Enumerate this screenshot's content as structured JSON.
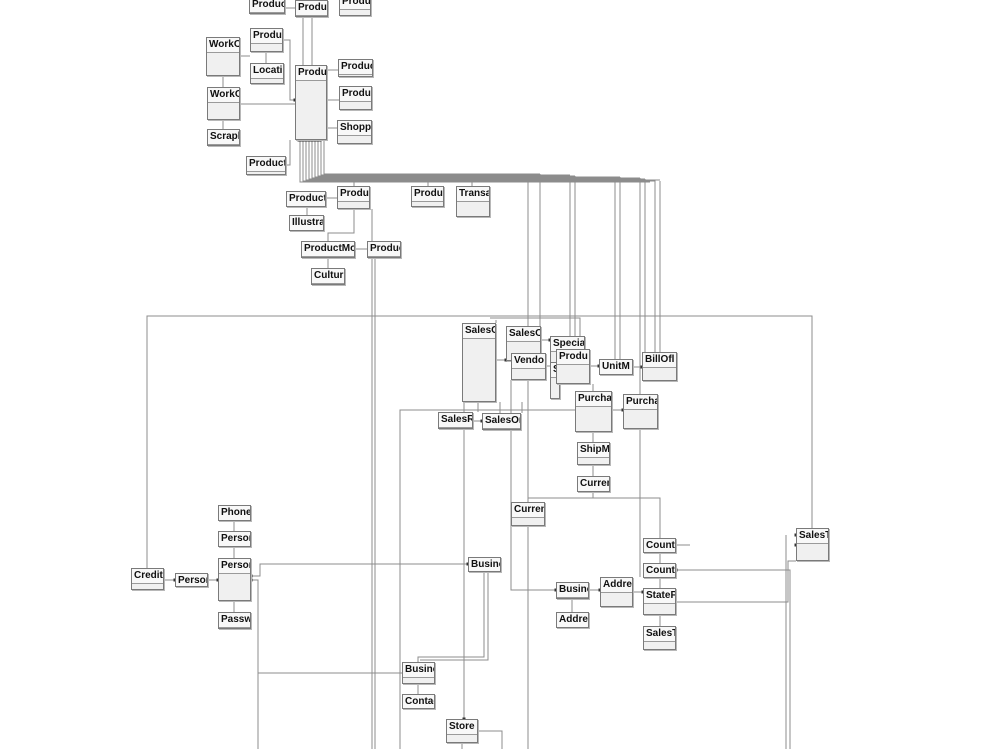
{
  "diagram": {
    "connector_color": "#8c8c8c",
    "table_fill": "#f0f0f0",
    "table_border": "#7a7a7a",
    "tables": [
      {
        "id": "t1",
        "label": "Produc"
      },
      {
        "id": "t2",
        "label": "Produc"
      },
      {
        "id": "t3",
        "label": "Produ"
      },
      {
        "id": "t4",
        "label": "WorkO"
      },
      {
        "id": "t5",
        "label": "Produ"
      },
      {
        "id": "t6",
        "label": "Locati"
      },
      {
        "id": "t7",
        "label": "Produ"
      },
      {
        "id": "t8",
        "label": "Produc"
      },
      {
        "id": "t9",
        "label": "WorkO"
      },
      {
        "id": "t10",
        "label": "Produ"
      },
      {
        "id": "t11",
        "label": "Scrapl"
      },
      {
        "id": "t12",
        "label": "Shopp"
      },
      {
        "id": "t13",
        "label": "ProductL"
      },
      {
        "id": "t14",
        "label": "Product"
      },
      {
        "id": "t15",
        "label": "Produ"
      },
      {
        "id": "t16",
        "label": "Produ"
      },
      {
        "id": "t17",
        "label": "Transa"
      },
      {
        "id": "t18",
        "label": "Illustra"
      },
      {
        "id": "t19",
        "label": "ProductMo"
      },
      {
        "id": "t20",
        "label": "Produc"
      },
      {
        "id": "t21",
        "label": "Cultur"
      },
      {
        "id": "t22",
        "label": "SalesO"
      },
      {
        "id": "t23",
        "label": "SalesO"
      },
      {
        "id": "t24",
        "label": "Vendo"
      },
      {
        "id": "t25",
        "label": "Specia"
      },
      {
        "id": "t26",
        "label": "S"
      },
      {
        "id": "t27",
        "label": "Produ"
      },
      {
        "id": "t28",
        "label": "UnitM"
      },
      {
        "id": "t29",
        "label": "BillOfl"
      },
      {
        "id": "t30",
        "label": "SalesR"
      },
      {
        "id": "t31",
        "label": "SalesOr"
      },
      {
        "id": "t32",
        "label": "Purcha"
      },
      {
        "id": "t33",
        "label": "Purcha"
      },
      {
        "id": "t34",
        "label": "ShipM"
      },
      {
        "id": "t35",
        "label": "Curren"
      },
      {
        "id": "t36",
        "label": "Curren"
      },
      {
        "id": "t37",
        "label": "Phone"
      },
      {
        "id": "t38",
        "label": "Person"
      },
      {
        "id": "t39",
        "label": "Person"
      },
      {
        "id": "t40",
        "label": "Credit"
      },
      {
        "id": "t41",
        "label": "Person"
      },
      {
        "id": "t42",
        "label": "Passwo"
      },
      {
        "id": "t43",
        "label": "Busine"
      },
      {
        "id": "t44",
        "label": "Count"
      },
      {
        "id": "t45",
        "label": "Count"
      },
      {
        "id": "t46",
        "label": "SalesT"
      },
      {
        "id": "t47",
        "label": "Busine"
      },
      {
        "id": "t48",
        "label": "Addres"
      },
      {
        "id": "t49",
        "label": "Addre"
      },
      {
        "id": "t50",
        "label": "StateP"
      },
      {
        "id": "t51",
        "label": "SalesT"
      },
      {
        "id": "t52",
        "label": "Busine"
      },
      {
        "id": "t53",
        "label": "Contac"
      },
      {
        "id": "t54",
        "label": "Store"
      }
    ]
  }
}
